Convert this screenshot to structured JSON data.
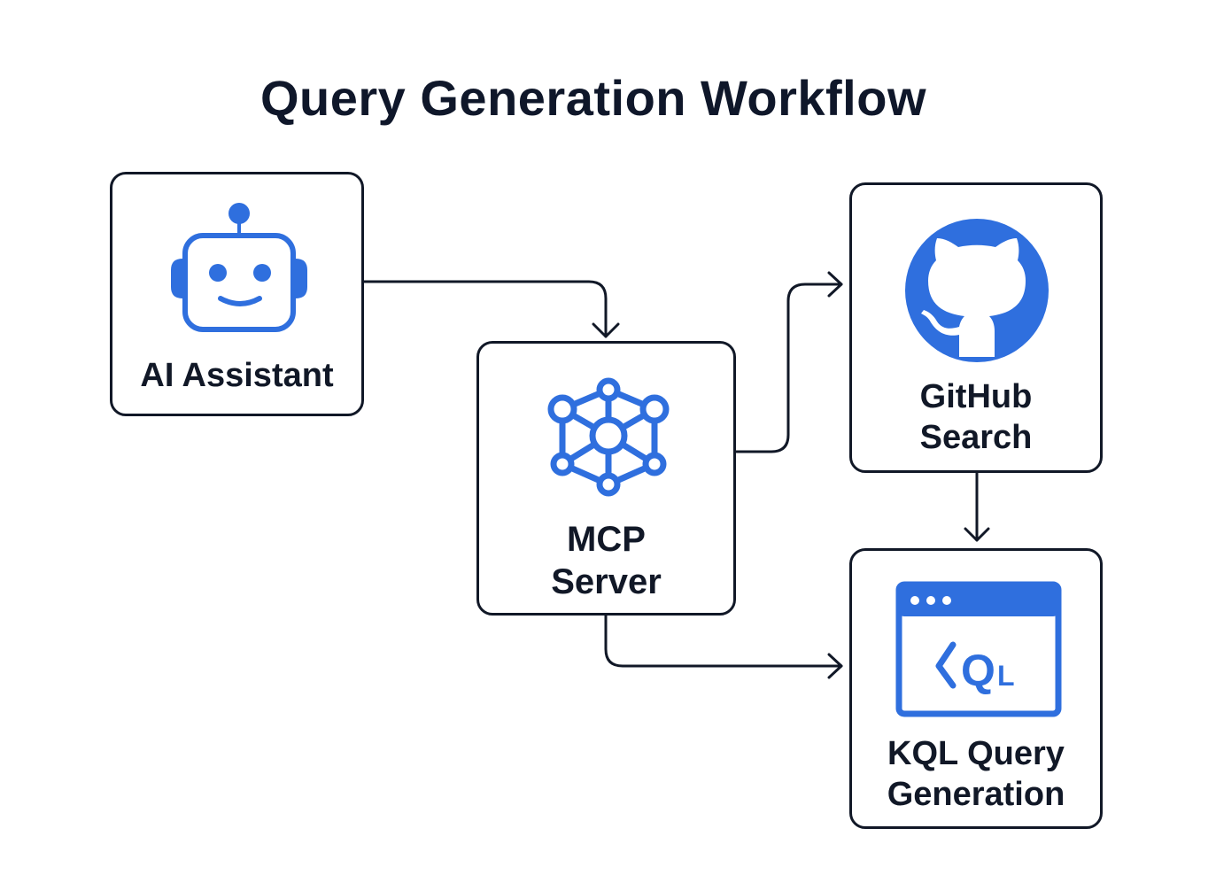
{
  "title": "Query Generation Workflow",
  "accent_color": "#2f6fde",
  "stroke_color": "#111827",
  "nodes": {
    "ai_assistant": {
      "label": "AI Assistant",
      "icon": "robot-icon"
    },
    "mcp_server": {
      "label_line1": "MCP",
      "label_line2": "Server",
      "icon": "network-hub-icon"
    },
    "github_search": {
      "label_line1": "GitHub",
      "label_line2": "Search",
      "icon": "github-octocat-icon"
    },
    "kql_generation": {
      "label_line1": "KQL Query",
      "label_line2": "Generation",
      "icon": "kql-window-icon",
      "icon_text": "<QL"
    }
  },
  "edges": [
    {
      "from": "AI Assistant",
      "to": "MCP Server"
    },
    {
      "from": "MCP Server",
      "to": "GitHub Search"
    },
    {
      "from": "GitHub Search",
      "to": "KQL Query Generation"
    },
    {
      "from": "MCP Server",
      "to": "KQL Query Generation"
    }
  ]
}
